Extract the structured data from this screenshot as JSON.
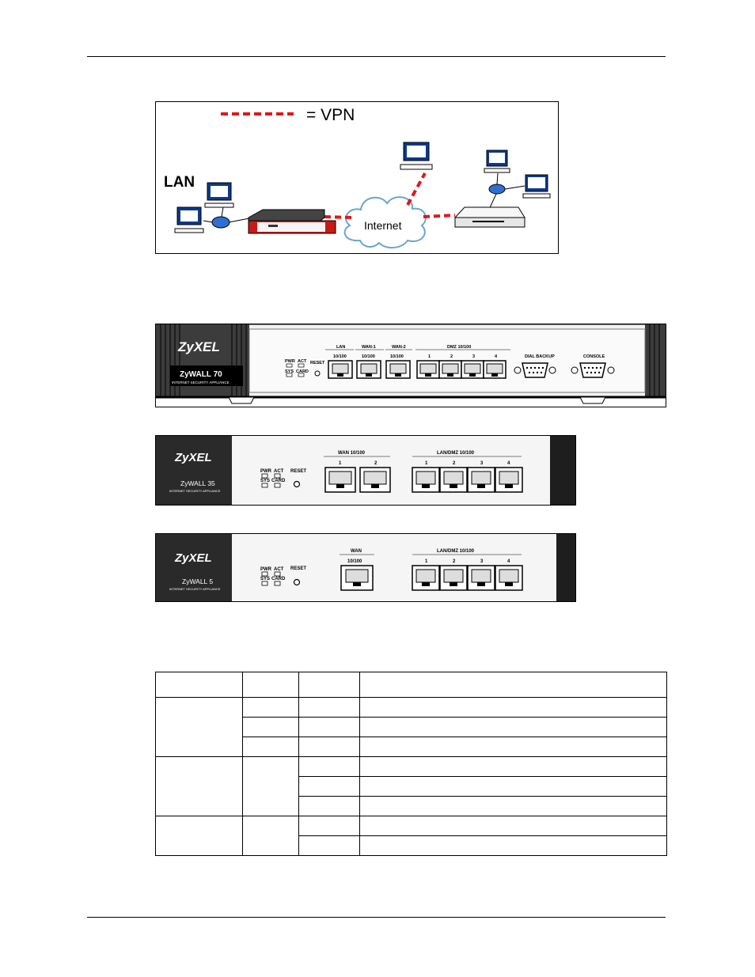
{
  "figure1": {
    "legend_label": "= VPN",
    "lan_label": "LAN",
    "internet_label": "Internet"
  },
  "zywall70": {
    "brand": "ZyXEL",
    "model": "ZyWALL 70",
    "tagline": "INTERNET SECURITY APPLIANCE",
    "leds": [
      "PWR",
      "ACT",
      "SYS",
      "CARD"
    ],
    "reset_label": "RESET",
    "port_groups": [
      {
        "title": "LAN",
        "subtitle": "10/100"
      },
      {
        "title": "WAN-1",
        "subtitle": "10/100"
      },
      {
        "title": "WAN-2",
        "subtitle": "10/100"
      },
      {
        "title": "DMZ 10/100",
        "ports": [
          "1",
          "2",
          "3",
          "4"
        ]
      }
    ],
    "dial_backup_label": "DIAL BACKUP",
    "console_label": "CONSOLE"
  },
  "zywall35": {
    "brand": "ZyXEL",
    "model": "ZyWALL 35",
    "tagline": "INTERNET SECURITY APPLIANCE",
    "leds": [
      "PWR",
      "ACT",
      "SYS",
      "CARD"
    ],
    "reset_label": "RESET",
    "wan_title": "WAN 10/100",
    "wan_ports": [
      "1",
      "2"
    ],
    "lan_title": "LAN/DMZ 10/100",
    "lan_ports": [
      "1",
      "2",
      "3",
      "4"
    ]
  },
  "zywall5": {
    "brand": "ZyXEL",
    "model": "ZyWALL 5",
    "tagline": "INTERNET SECURITY APPLIANCE",
    "leds": [
      "PWR",
      "ACT",
      "SYS",
      "CARD"
    ],
    "reset_label": "RESET",
    "wan_title": "WAN",
    "wan_subtitle": "10/100",
    "lan_title": "LAN/DMZ 10/100",
    "lan_ports": [
      "1",
      "2",
      "3",
      "4"
    ]
  }
}
